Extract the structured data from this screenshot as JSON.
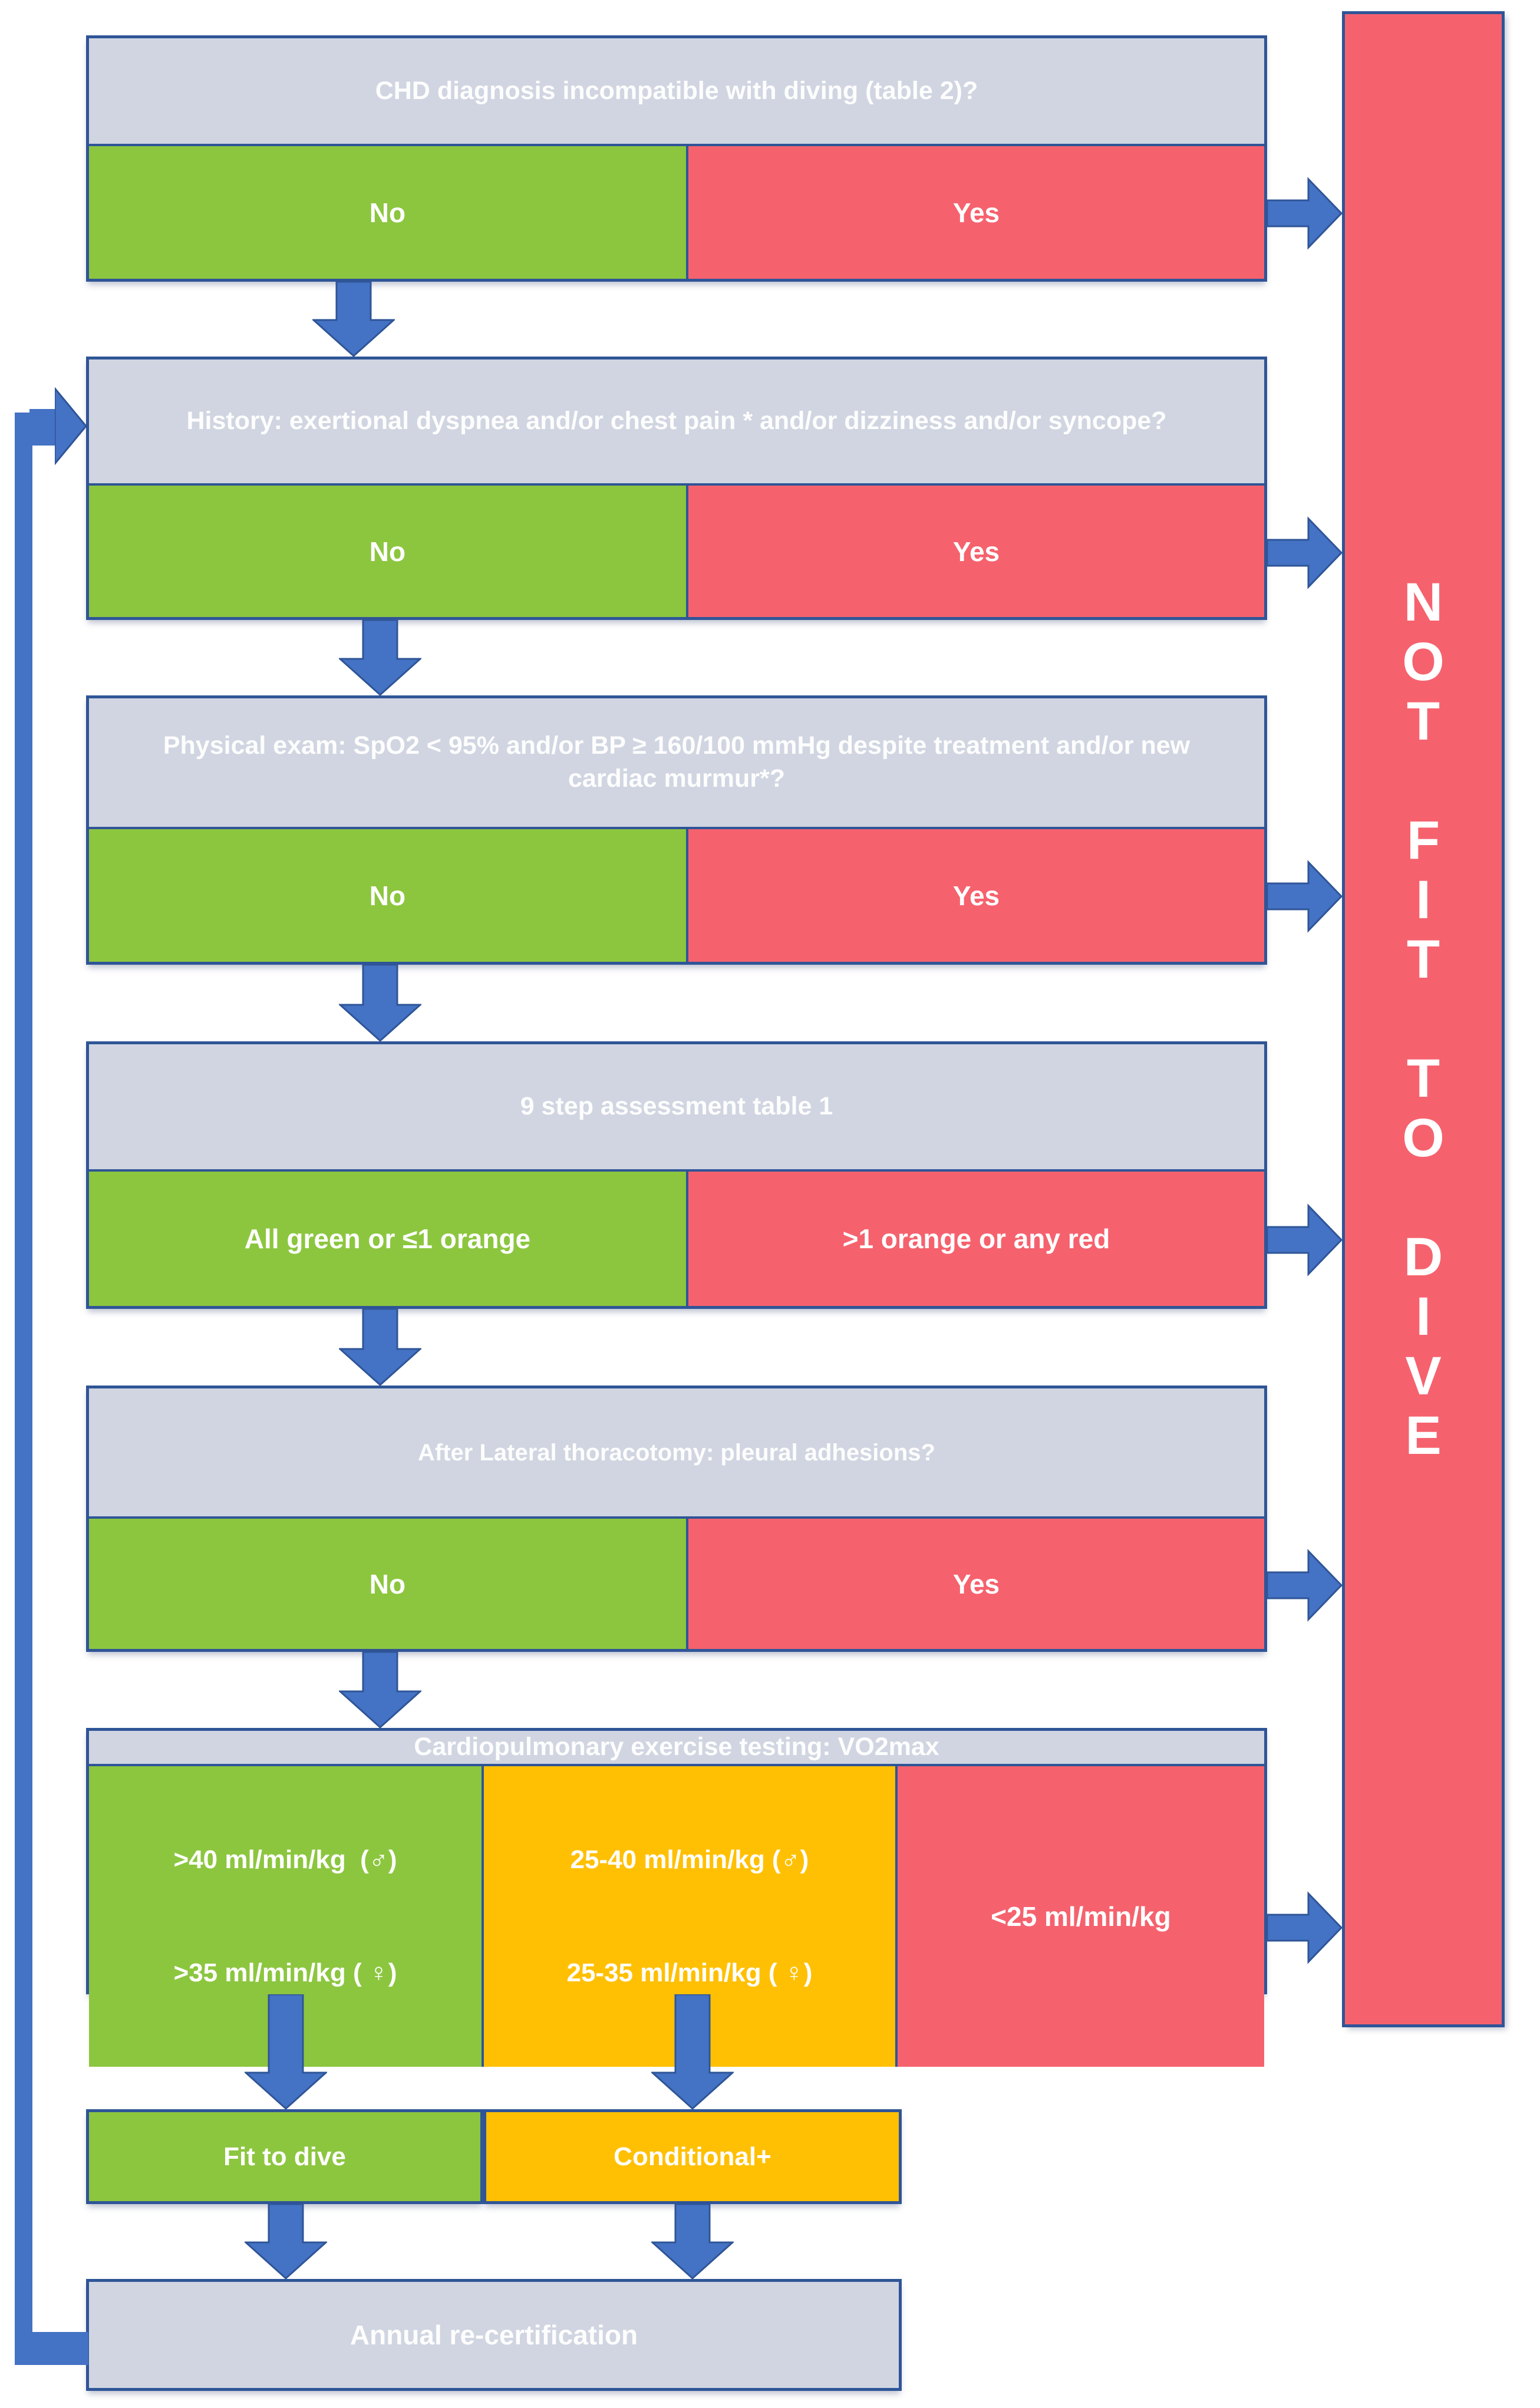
{
  "colors": {
    "green": "#8CC63F",
    "red": "#F5626E",
    "orange": "#FFC003",
    "panel": "#D0D5E1",
    "arrow": "#4472C4",
    "arrow_edge": "#2F5597",
    "border": "#2F5597"
  },
  "steps": [
    {
      "question": "CHD diagnosis incompatible with diving (table 2)?",
      "no": "No",
      "yes": "Yes"
    },
    {
      "question": "History: exertional dyspnea and/or chest pain * and/or dizziness and/or syncope?",
      "no": "No",
      "yes": "Yes"
    },
    {
      "question": "Physical exam: SpO2 < 95% and/or BP ≥ 160/100 mmHg despite treatment and/or new cardiac murmur*?",
      "no": "No",
      "yes": "Yes"
    },
    {
      "question": "9 step assessment table 1",
      "no": "All green or ≤1 orange",
      "yes": ">1 orange or any red"
    },
    {
      "question": "After Lateral thoracotomy: pleural adhesions?",
      "no": "No",
      "yes": "Yes"
    }
  ],
  "cpet": {
    "question": "Cardiopulmonary exercise testing: VO2max",
    "green": {
      "line1": ">40 ml/min/kg  (♂)",
      "line2": ">35 ml/min/kg ( ♀)"
    },
    "orange": {
      "line1": "25-40 ml/min/kg (♂)",
      "line2": "25-35 ml/min/kg ( ♀)"
    },
    "red": "<25 ml/min/kg"
  },
  "outcomes": {
    "fit": "Fit to dive",
    "conditional": "Conditional+",
    "recert": "Annual re-certification"
  },
  "not_fit_banner": "N\nO\nT\n\nF\nI\nT\n\nT\nO\n\nD\nI\nV\nE"
}
